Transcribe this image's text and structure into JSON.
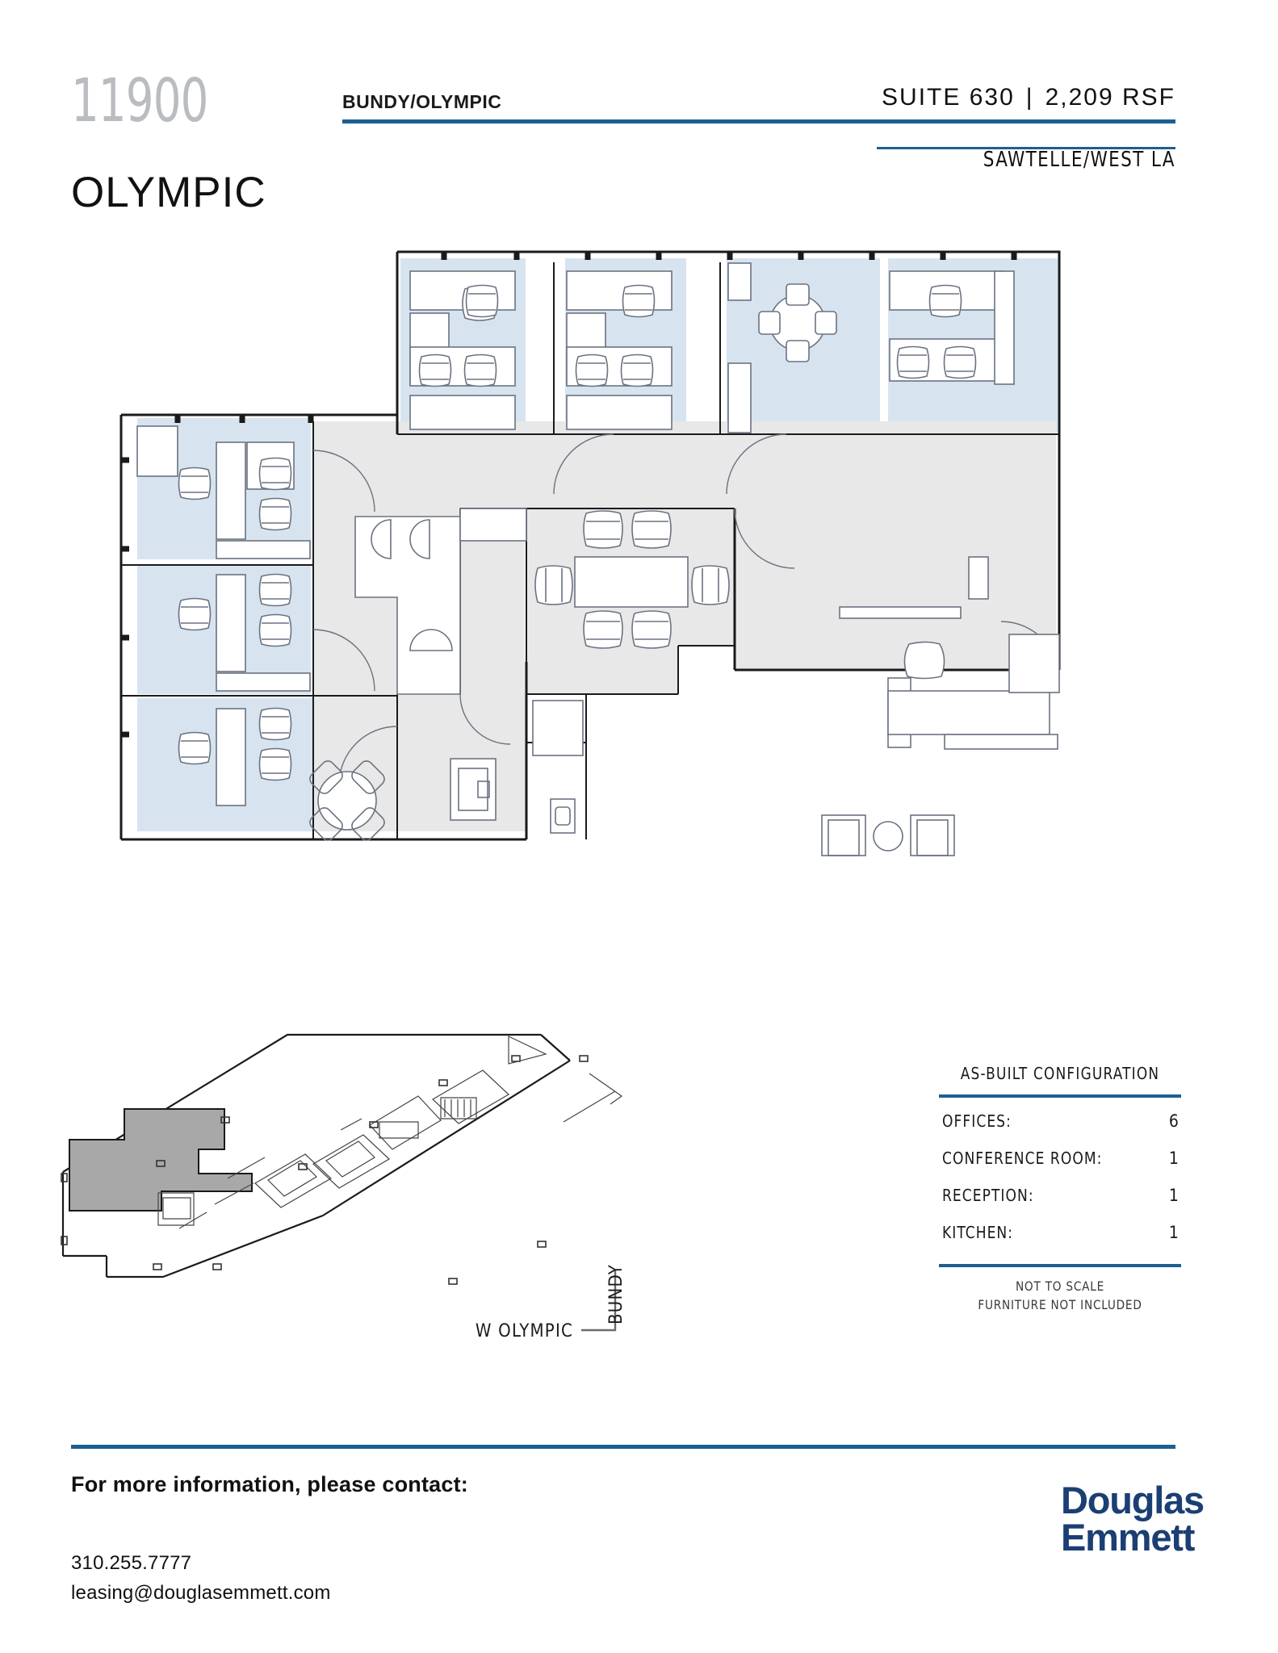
{
  "header": {
    "building_number": "11900",
    "building_name": "OLYMPIC",
    "submarket": "BUNDY/OLYMPIC",
    "suite_label": "SUITE 630",
    "divider": "|",
    "rsf_label": "2,209 RSF",
    "region": "SAWTELLE/WEST LA",
    "accent_color": "#1d5f90"
  },
  "floorplan": {
    "office_fill": "#d7e4f0",
    "corridor_fill": "#e8e8e8",
    "wall_color": "#1a1a1a",
    "furniture_stroke": "#6b7280"
  },
  "keyplan": {
    "highlight_fill": "#a8a8a8",
    "outline_color": "#1a1a1a",
    "street_vertical": "BUNDY",
    "street_horizontal": "W OLYMPIC"
  },
  "config": {
    "title": "AS-BUILT CONFIGURATION",
    "rows": [
      {
        "label": "OFFICES:",
        "value": "6"
      },
      {
        "label": "CONFERENCE ROOM:",
        "value": "1"
      },
      {
        "label": "RECEPTION:",
        "value": "1"
      },
      {
        "label": "KITCHEN:",
        "value": "1"
      }
    ],
    "note_line1": "NOT TO SCALE",
    "note_line2": "FURNITURE NOT INCLUDED"
  },
  "footer": {
    "contact_heading": "For more information, please contact:",
    "phone": "310.255.7777",
    "email": "leasing@douglasemmett.com",
    "logo_line1": "Douglas",
    "logo_line2": "Emmett",
    "logo_color": "#1b3f73"
  }
}
